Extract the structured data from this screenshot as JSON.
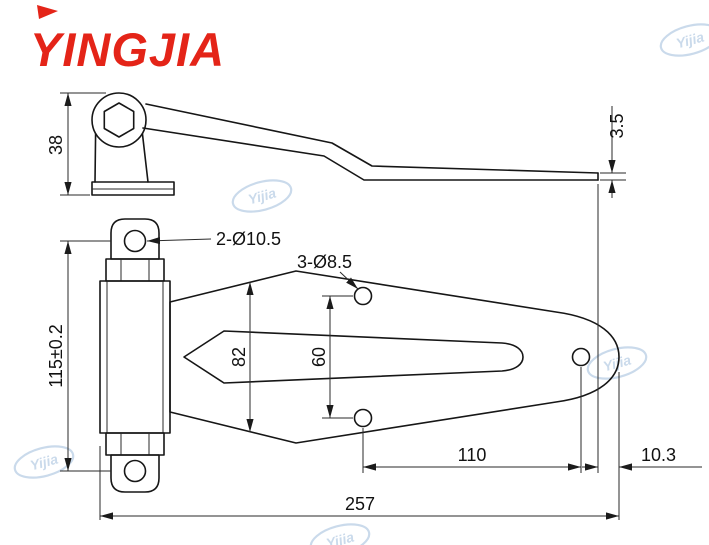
{
  "logo": {
    "text": "YINGJIA"
  },
  "watermark": {
    "text": "Yijia"
  },
  "colors": {
    "logo_red": "#e42418",
    "line": "#1b1b1b",
    "watermark": "#5d8fc4"
  },
  "side_view": {
    "dim_height": "38",
    "dim_plate_thickness": "3.5"
  },
  "plan_view": {
    "label_pivot_holes": "2-Ø10.5",
    "label_strap_holes": "3-Ø8.5",
    "dim_hole_span": "115±0.2",
    "dim_strap_width": "82",
    "dim_hole_gap": "60",
    "dim_hole_distance": "110",
    "dim_end_offset": "10.3",
    "dim_overall": "257"
  }
}
